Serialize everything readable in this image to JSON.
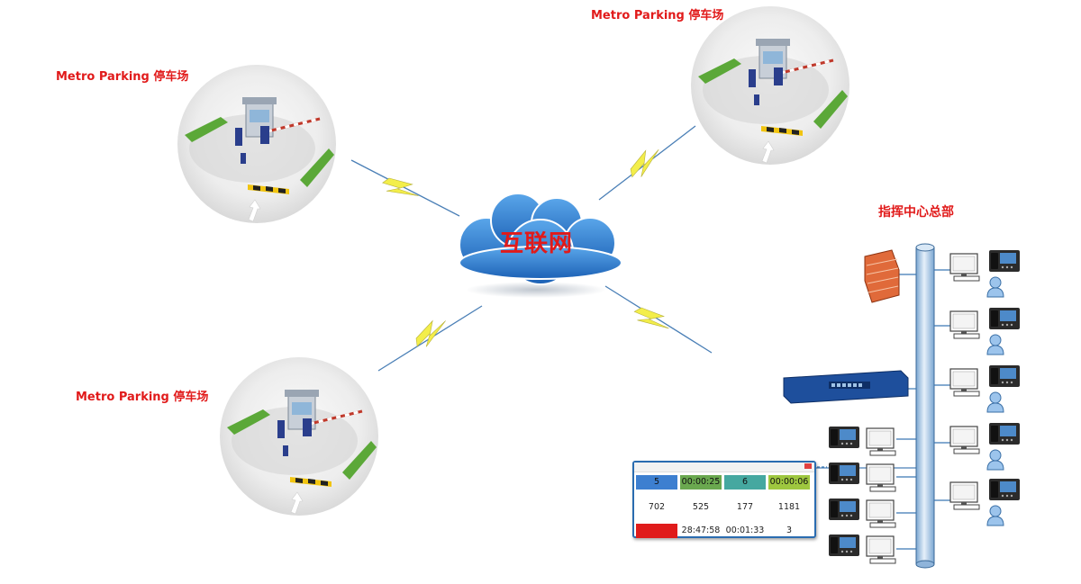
{
  "parking_labels": [
    {
      "text": "Metro Parking 停车场"
    },
    {
      "text": "Metro Parking 停车场"
    },
    {
      "text": "Metro Parking 停车场"
    }
  ],
  "cloud_label": "互联网",
  "hq_label": "指挥中心总部",
  "dashboard": {
    "row1": [
      "5",
      "00:00:25",
      "6",
      "00:00:06"
    ],
    "row2": [
      "702",
      "525",
      "177",
      "1181"
    ],
    "row3": [
      "",
      "28:47:58",
      "00:01:33",
      "3"
    ],
    "tile_colors": [
      "#3d7fd0",
      "#6aa84f",
      "#45a8a0",
      "#9ec73f"
    ],
    "alert_color": "#e01b1b"
  },
  "colors": {
    "label_red": "#e11a1a",
    "cloud_blue": "#2f7fd1",
    "bolt_yellow": "#f3ee4a",
    "pipe_blue": "#9fc3e6",
    "line_blue": "#3a78b5"
  }
}
